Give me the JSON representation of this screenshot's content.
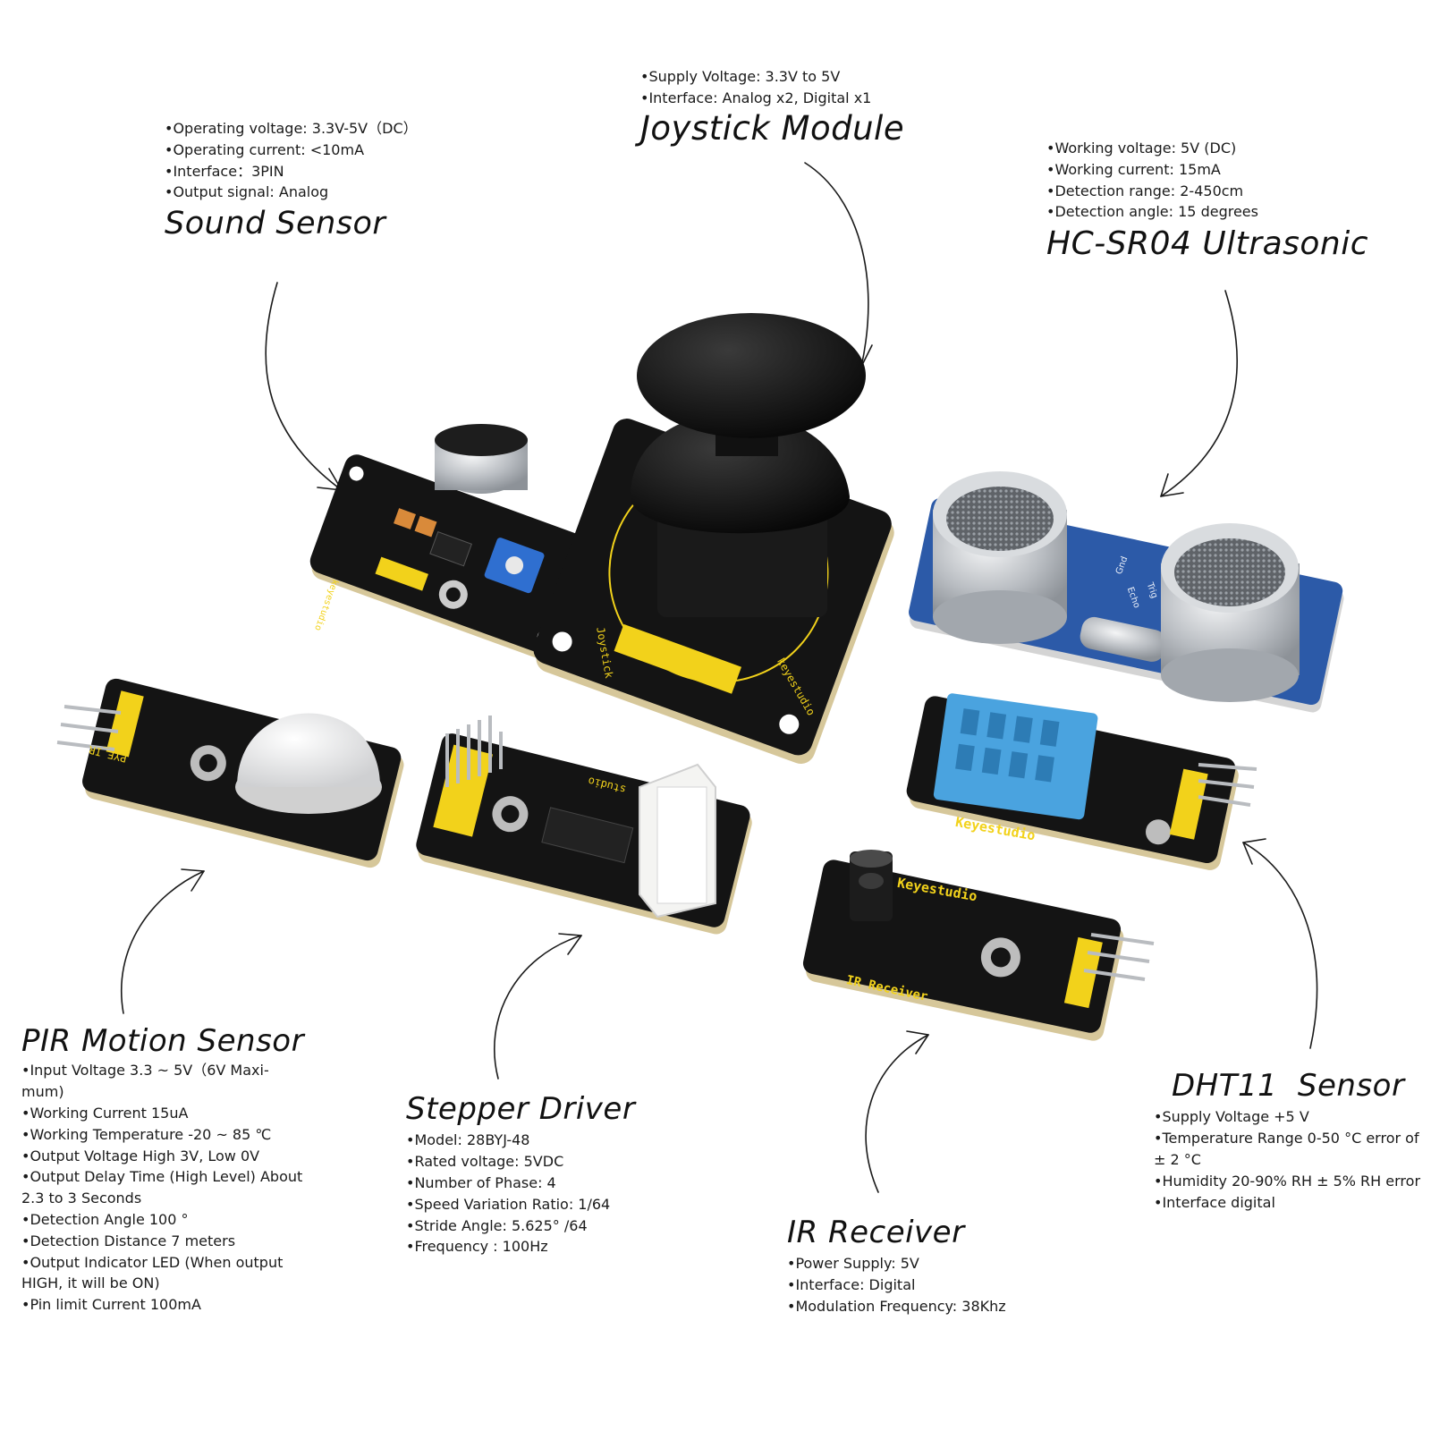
{
  "joystick": {
    "title": "Joystick Module",
    "specs": [
      "Supply Voltage: 3.3V to 5V",
      "Interface: Analog x2, Digital x1"
    ],
    "board_label": "Joystick",
    "brand": "keyestudio"
  },
  "sound": {
    "title": "Sound Sensor",
    "specs": [
      "Operating voltage: 3.3V-5V（DC）",
      "Operating current:  <10mA",
      "Interface：3PIN",
      "Output signal: Analog"
    ],
    "brand": "keyestudio"
  },
  "ultrasonic": {
    "title": "HC-SR04 Ultrasonic",
    "specs": [
      "Working voltage: 5V (DC)",
      "Working current: 15mA",
      "Detection range: 2-450cm",
      "Detection angle: 15 degrees"
    ],
    "pins": [
      "Gnd",
      "Echo",
      "Trig"
    ]
  },
  "pir": {
    "title": "PIR Motion Sensor",
    "specs": [
      "Input Voltage 3.3 ~ 5V（6V Maxi-mum)",
      "Working Current 15uA",
      "Working Temperature -20 ~ 85 ℃",
      "Output Voltage High 3V, Low 0V",
      "Output Delay Time (High Level) About 2.3 to 3 Seconds",
      "Detection Angle 100 °",
      "Detection Distance 7 meters",
      "Output Indicator LED (When output HIGH, it will be ON)",
      "Pin limit Current 100mA"
    ],
    "board_label": "PYE_IR"
  },
  "stepper": {
    "title": "Stepper Driver",
    "specs": [
      "Model: 28BYJ-48",
      "Rated voltage: 5VDC",
      "Number of Phase: 4",
      "Speed Variation Ratio: 1/64",
      "Stride Angle: 5.625° /64",
      "Frequency : 100Hz"
    ],
    "brand": "studio"
  },
  "ir": {
    "title": "IR Receiver",
    "specs": [
      "Power Supply: 5V",
      "Interface: Digital",
      "Modulation Frequency: 38Khz"
    ],
    "board_label": "IR Receiver",
    "brand": "Keyestudio"
  },
  "dht": {
    "title": "DHT11  Sensor",
    "specs": [
      "Supply Voltage +5 V",
      "Temperature Range 0-50 °C error of ± 2 °C",
      "Humidity 20-90% RH ± 5% RH error",
      "Interface digital"
    ],
    "brand": "Keyestudio"
  },
  "colors": {
    "pcb": "#141414",
    "pcb_edge": "#d6c79a",
    "header": "#f2d21b",
    "ultrasonic_pcb": "#2c5aa8",
    "dht_body": "#4aa3df",
    "pot": "#2f6fd0",
    "silver": "#c9ccd0",
    "pir_dome": "#eeeeee",
    "connector": "#f4f4f2"
  }
}
